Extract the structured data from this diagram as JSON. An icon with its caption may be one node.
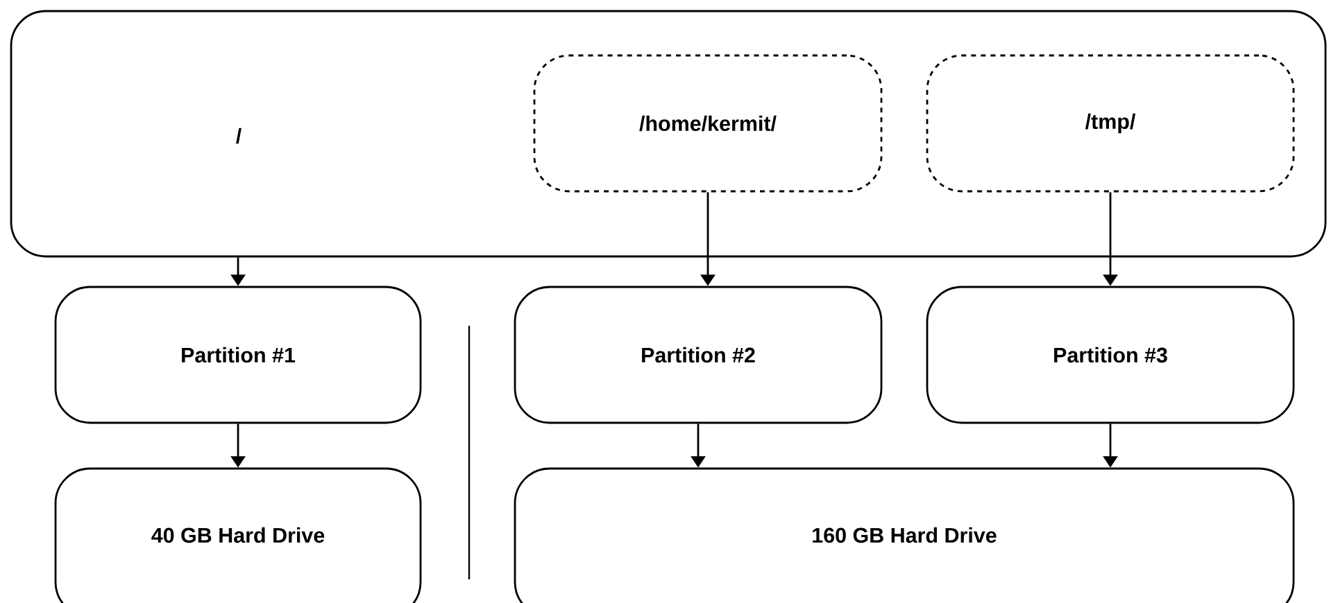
{
  "diagram": {
    "nodes": [
      {
        "text": [
          "/"
        ]
      },
      {
        "text": [
          "/home/kermit/"
        ],
        "in": 0
      },
      {
        "text": [
          "/tmp/"
        ],
        "in": 0
      },
      {
        "text": [
          "Partition #1"
        ]
      },
      {
        "text": [
          "Partition #2"
        ]
      },
      {
        "text": [
          "Partition #3"
        ]
      },
      {
        "text": [
          "40 GB Hard Drive"
        ]
      },
      {
        "text": [
          "160 GB Hard Drive"
        ]
      }
    ],
    "edges": [
      {
        "from": 0,
        "to": 3,
        "arrow": "to"
      },
      {
        "from": 1,
        "to": 4,
        "arrow": "to"
      },
      {
        "from": 2,
        "to": 5,
        "arrow": "to"
      },
      {
        "from": 3,
        "to": 6,
        "arrow": "to"
      },
      {
        "from": 4,
        "to": 7,
        "arrow": "to"
      },
      {
        "from": 5,
        "to": 7,
        "arrow": "to"
      }
    ]
  }
}
